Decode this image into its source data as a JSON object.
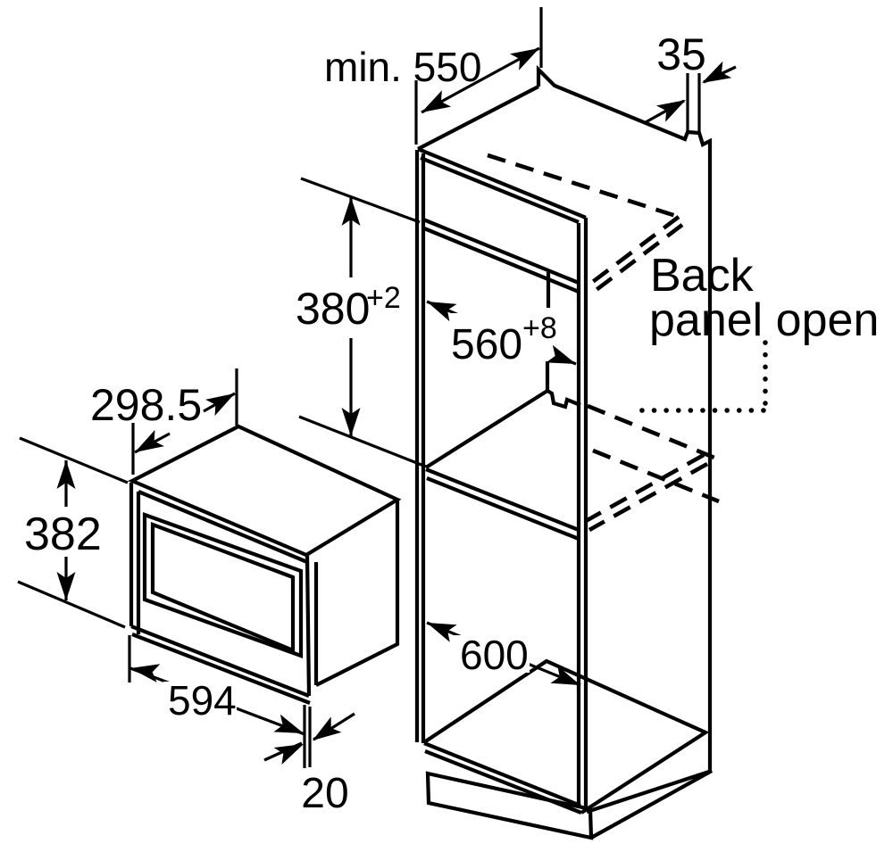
{
  "diagram": {
    "description": "Built-in microwave oven installation drawing with tall cabinet niche",
    "labels": {
      "niche_depth": "min. 550",
      "back_gap": "35",
      "niche_height": "380",
      "niche_height_tolerance": "+2",
      "niche_width": "560",
      "niche_width_tolerance": "+8",
      "back_panel_line1": "Back",
      "back_panel_line2": "panel open",
      "cabinet_width": "600",
      "appliance_depth": "298.5",
      "appliance_height": "382",
      "appliance_width": "594",
      "front_clearance": "20"
    },
    "colors": {
      "line": "#000000",
      "background": "#ffffff"
    }
  }
}
